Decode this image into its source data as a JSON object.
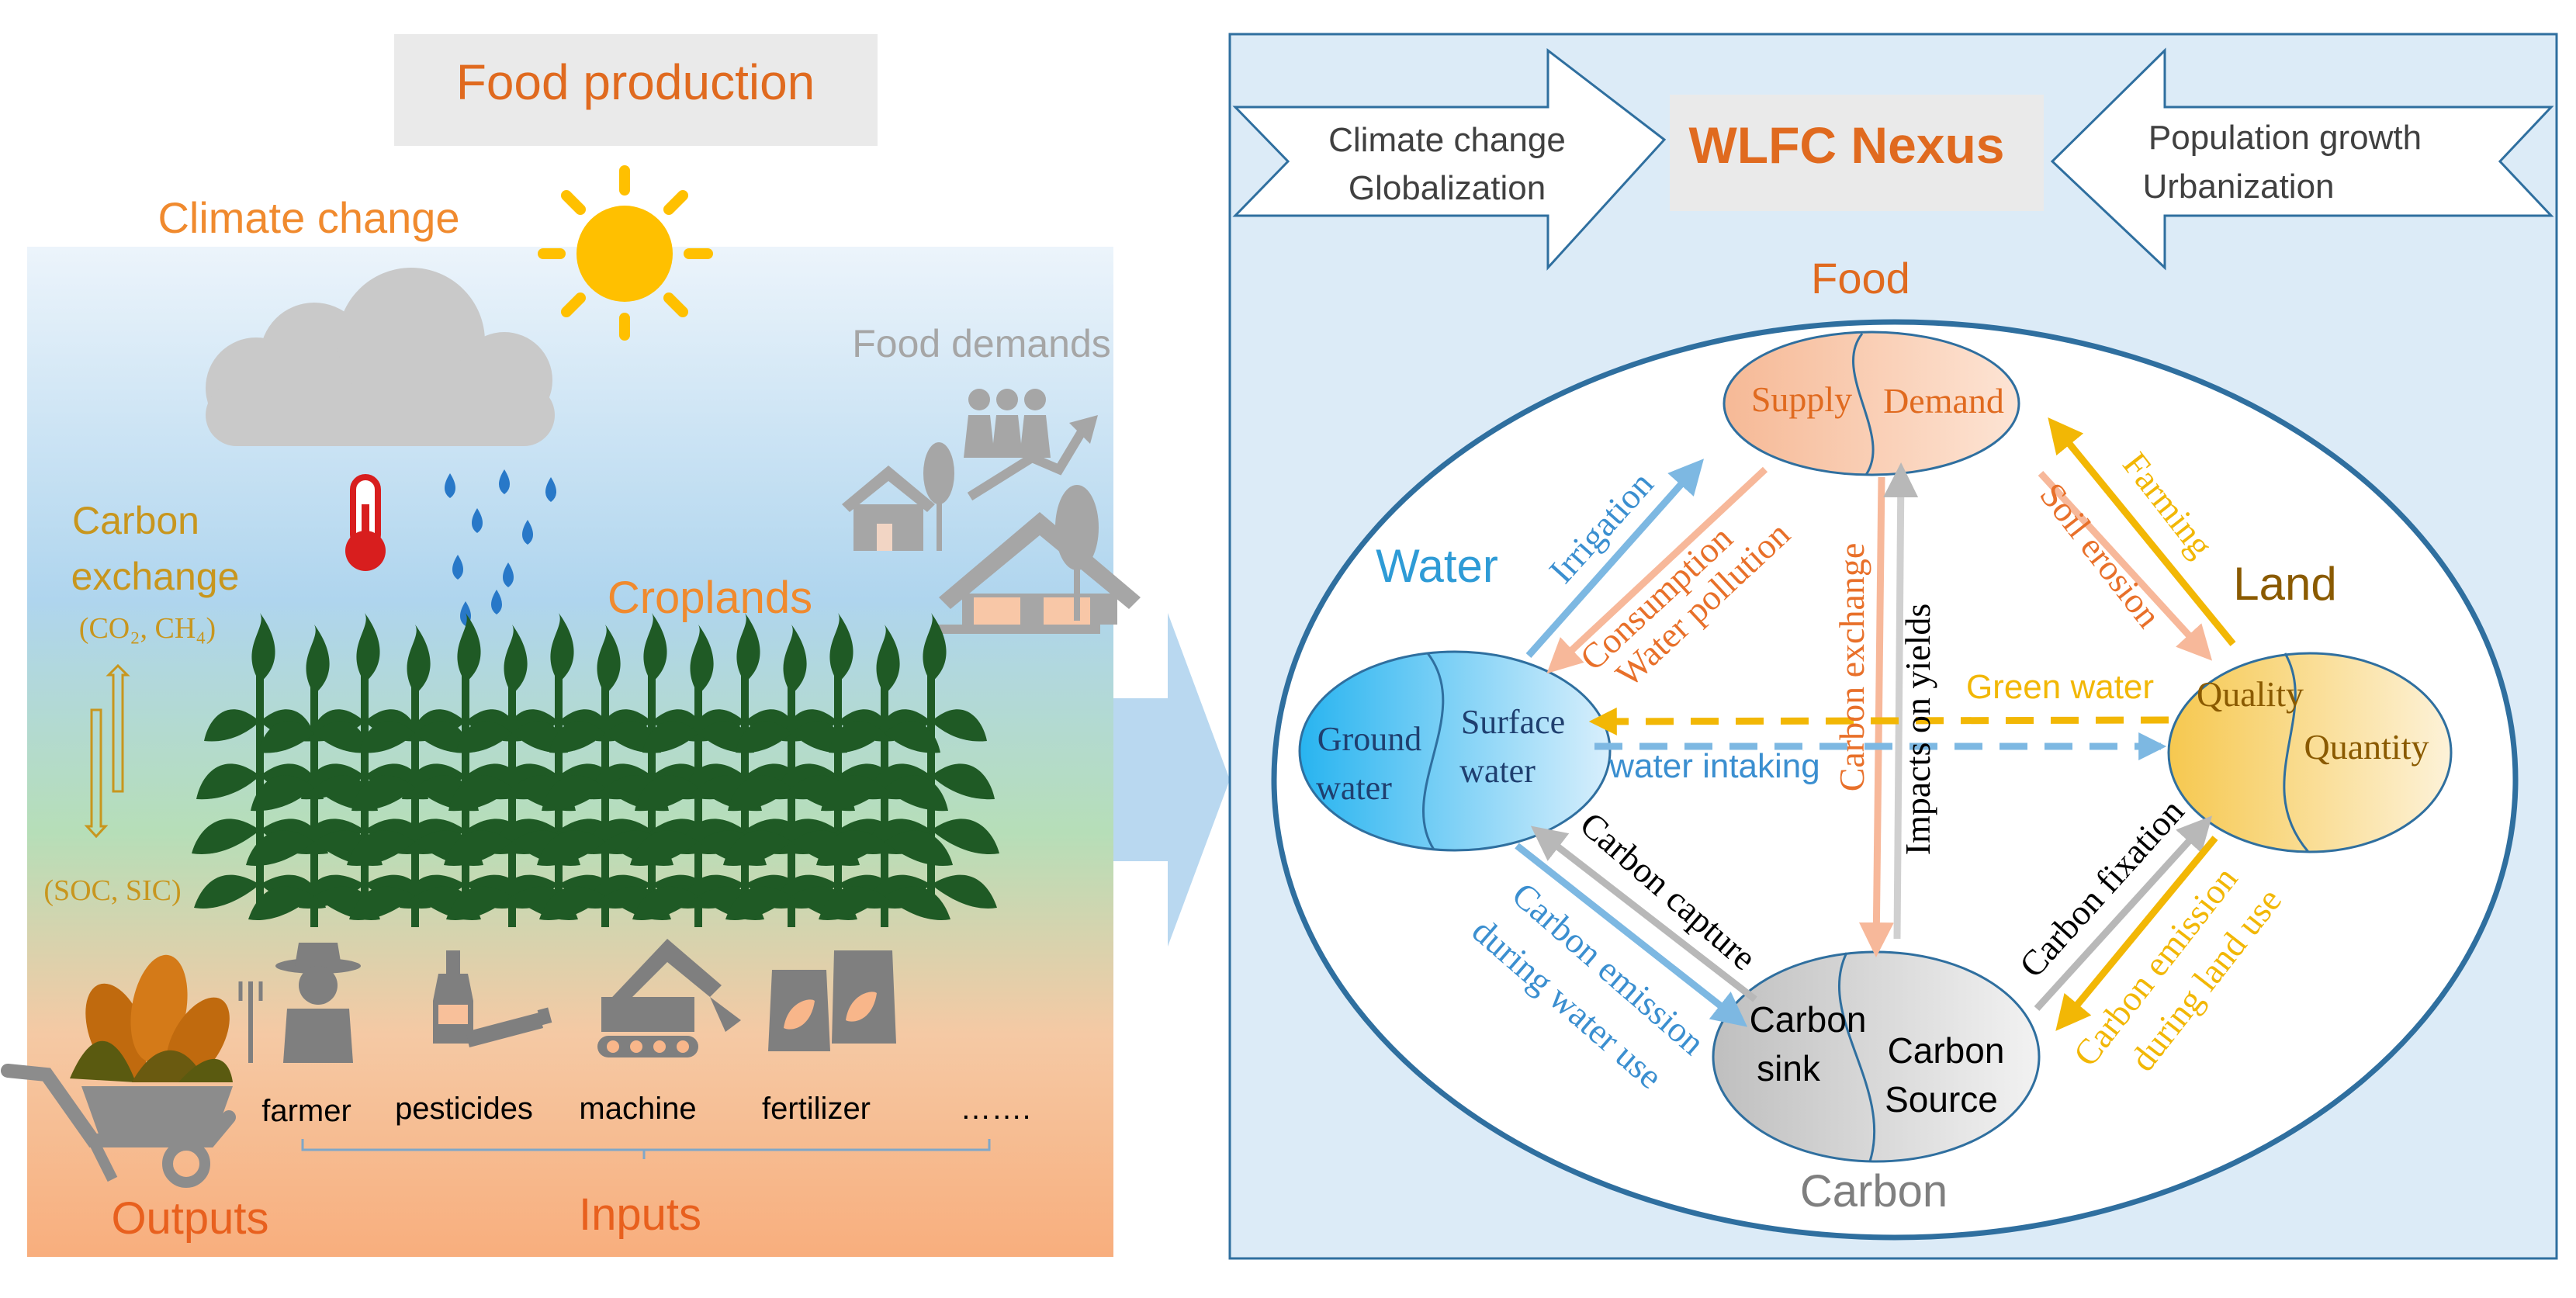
{
  "left_panel": {
    "title": "Food production",
    "climate_change": "Climate change",
    "food_demands": "Food demands",
    "carbon_exchange_line1": "Carbon",
    "carbon_exchange_line2": "exchange",
    "gases": "(CO₂, CH₄)",
    "soil_carbon": "(SOC, SIC)",
    "croplands": "Croplands",
    "inputs": {
      "farmer": "farmer",
      "pesticides": "pesticides",
      "machine": "machine",
      "fertilizer": "fertilizer",
      "more": "……."
    },
    "outputs_label": "Outputs",
    "inputs_label": "Inputs"
  },
  "right_panel": {
    "title": "WLFC Nexus",
    "drivers_left": [
      "Climate change",
      "Globalization"
    ],
    "drivers_right": [
      "Population growth",
      "Urbanization"
    ],
    "nodes": {
      "food": {
        "label": "Food",
        "left": "Supply",
        "right": "Demand"
      },
      "water": {
        "label": "Water",
        "left": [
          "Ground",
          "water"
        ],
        "right": [
          "Surface",
          "water"
        ]
      },
      "land": {
        "label": "Land",
        "left": "Quality",
        "right": "Quantity"
      },
      "carbon": {
        "label": "Carbon",
        "left": [
          "Carbon",
          "sink"
        ],
        "right": [
          "Carbon",
          "Source"
        ]
      }
    },
    "flows": {
      "irrigation": "Irrigation",
      "consumption": "Consumption",
      "water_pollution": "Water pollution",
      "farming": "Farming",
      "soil_erosion": "Soil erosion",
      "carbon_exchange": "Carbon exchange",
      "impacts_on_yields": "Impacts on yields",
      "green_water": "Green water",
      "water_intaking": "water intaking",
      "carbon_capture": "Carbon capture",
      "carbon_emission_water": [
        "Carbon emission",
        "during water use"
      ],
      "carbon_fixation": "Carbon fixation",
      "carbon_emission_land": [
        "Carbon emission",
        "during land use"
      ]
    }
  },
  "colors": {
    "title_orange": "#E06A1F",
    "climate_orange": "#F08A2E",
    "carbon_gold": "#C8961E",
    "water_blue": "#2E9BD6",
    "arrow_blue": "#7DB8E2",
    "food_flow_orange": "#E8702A",
    "pink_arrow": "#F7B89A",
    "gold_arrow": "#F2B705",
    "gray_arrow": "#B8B8B8",
    "land_brown": "#8A5A00",
    "panel_blue": "#DCEBF7",
    "frame_blue": "#2F6F9F",
    "plant_green": "#1F5A25"
  }
}
